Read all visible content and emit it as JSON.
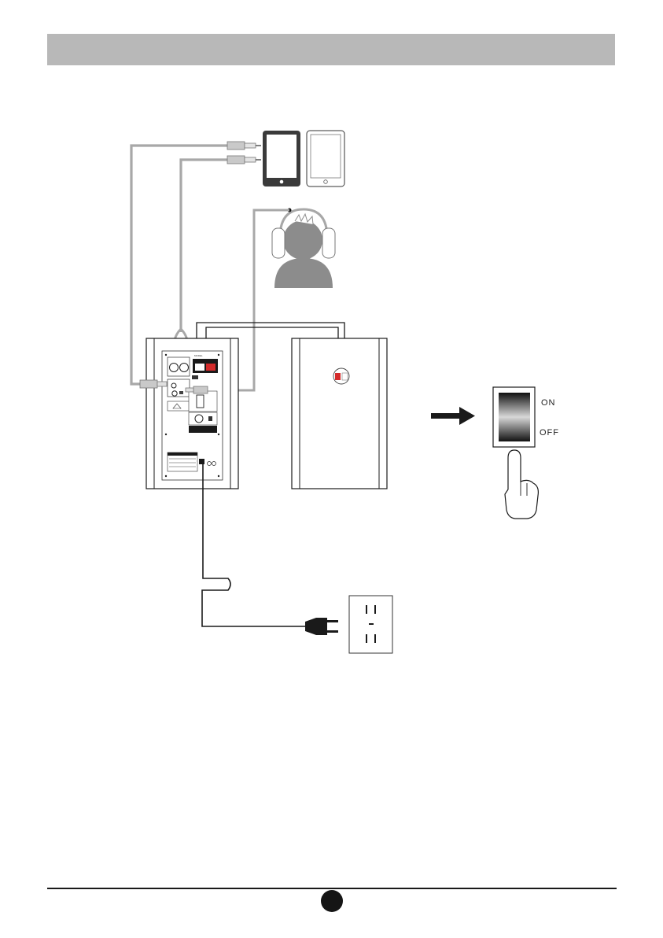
{
  "switch": {
    "on_label": "ON",
    "off_label": "OFF"
  },
  "colors": {
    "header_bar": "#b8b8b8",
    "cable_gray": "#a8a8a8",
    "ink": "#1a1a1a",
    "speaker_red": "#d42b2b"
  },
  "icons": [
    "tablet-icon",
    "person-with-headphones-icon",
    "speaker-rear-panel",
    "speaker-side-panel",
    "power-switch-icon",
    "pointing-hand-icon",
    "arrow-right-icon",
    "power-plug-icon",
    "wall-outlet-icon"
  ]
}
